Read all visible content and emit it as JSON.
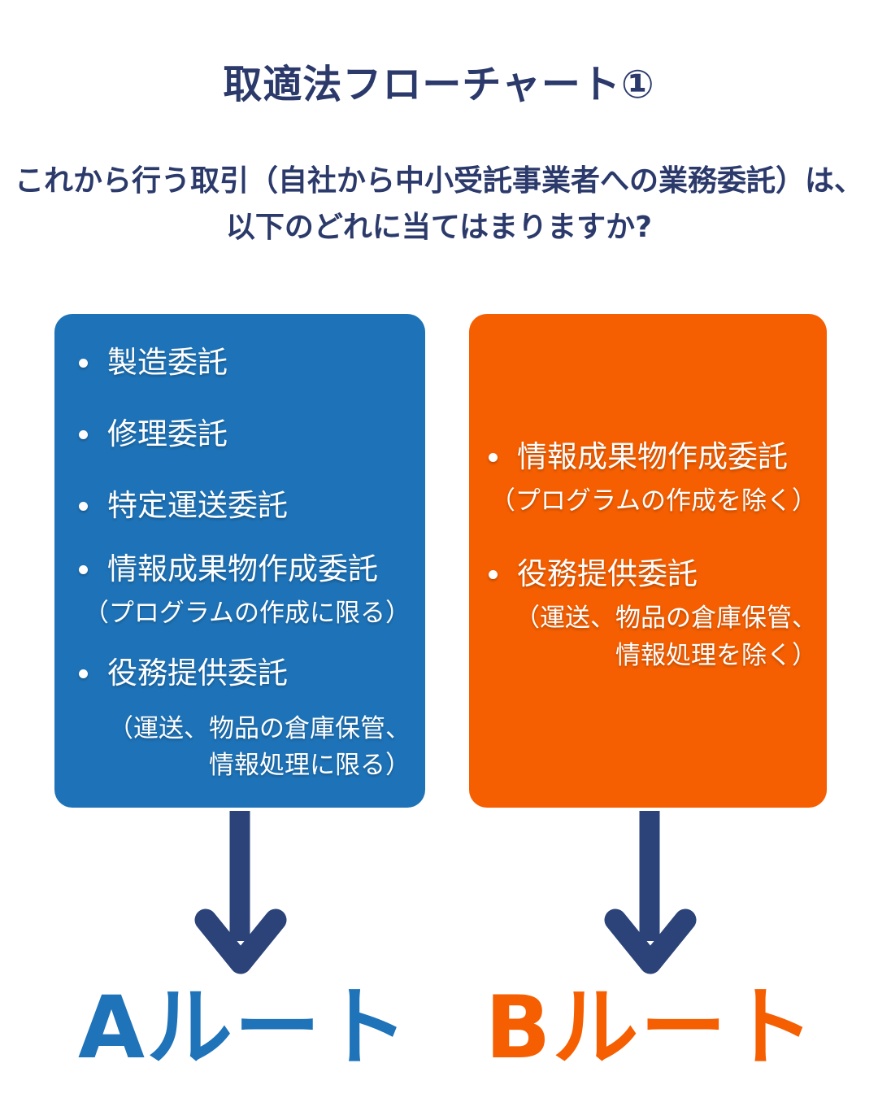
{
  "header": {
    "title": "取適法フローチャート①",
    "question_line1": "これから行う取引（自社から中小受託事業者への業務委託）は、",
    "question_line2": "以下のどれに当てはまりますか?"
  },
  "route_a": {
    "label": "Aルート",
    "box_color": "#1e73b8",
    "label_color": "#1e73b9",
    "items": {
      "i1": "製造委託",
      "i2": "修理委託",
      "i3": "特定運送委託",
      "i4": "情報成果物作成委託",
      "i4_note": "（プログラムの作成に限る）",
      "i5": "役務提供委託",
      "i5_note1": "（運送、物品の倉庫保管、",
      "i5_note2": "情報処理に限る）"
    }
  },
  "route_b": {
    "label": "Bルート",
    "box_color": "#f55f02",
    "label_color": "#f55f02",
    "items": {
      "i1": "情報成果物作成委託",
      "i1_note": "（プログラムの作成を除く）",
      "i2": "役務提供委託",
      "i2_note1": "（運送、物品の倉庫保管、",
      "i2_note2": "情報処理を除く）"
    }
  },
  "colors": {
    "heading_text": "#2b3a6b",
    "arrow": "#2b4379",
    "box_text": "#ffffff",
    "background": "#ffffff"
  }
}
